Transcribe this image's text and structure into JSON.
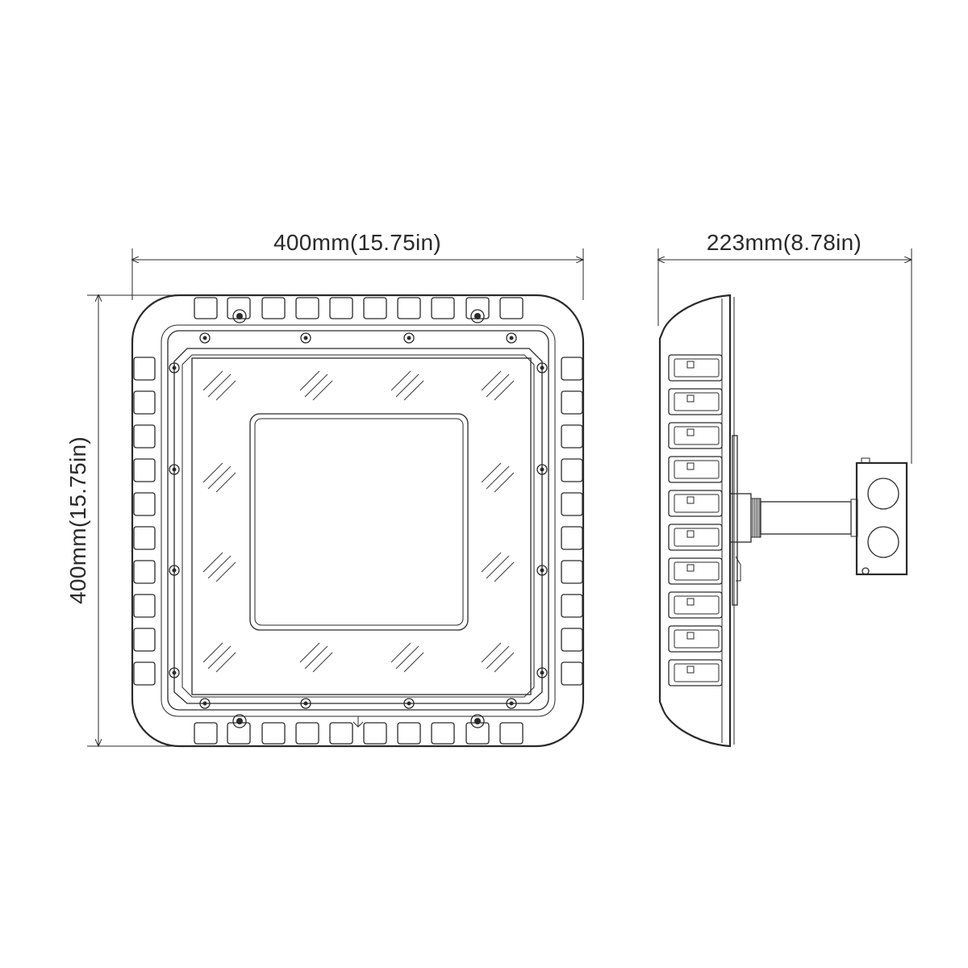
{
  "dimensions": {
    "front_width": "400mm(15.75in)",
    "front_height": "400mm(15.75in)",
    "side_depth": "223mm(8.78in)"
  },
  "colors": {
    "line": "#2a2a2a",
    "background": "#ffffff"
  }
}
